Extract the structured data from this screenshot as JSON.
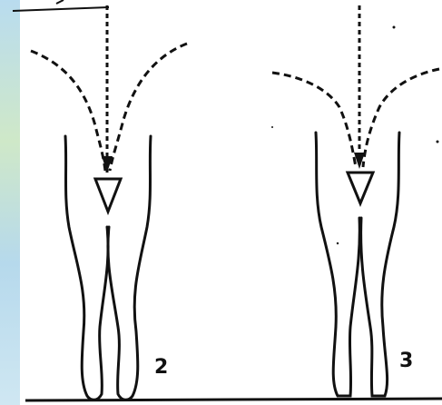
{
  "figures": [
    {
      "id": "figure-2",
      "number": "2"
    },
    {
      "id": "figure-3",
      "number": "3"
    }
  ],
  "colors": {
    "ink": "#111111",
    "background": "#ffffff",
    "left_edge_tint": "#b9dcef"
  }
}
